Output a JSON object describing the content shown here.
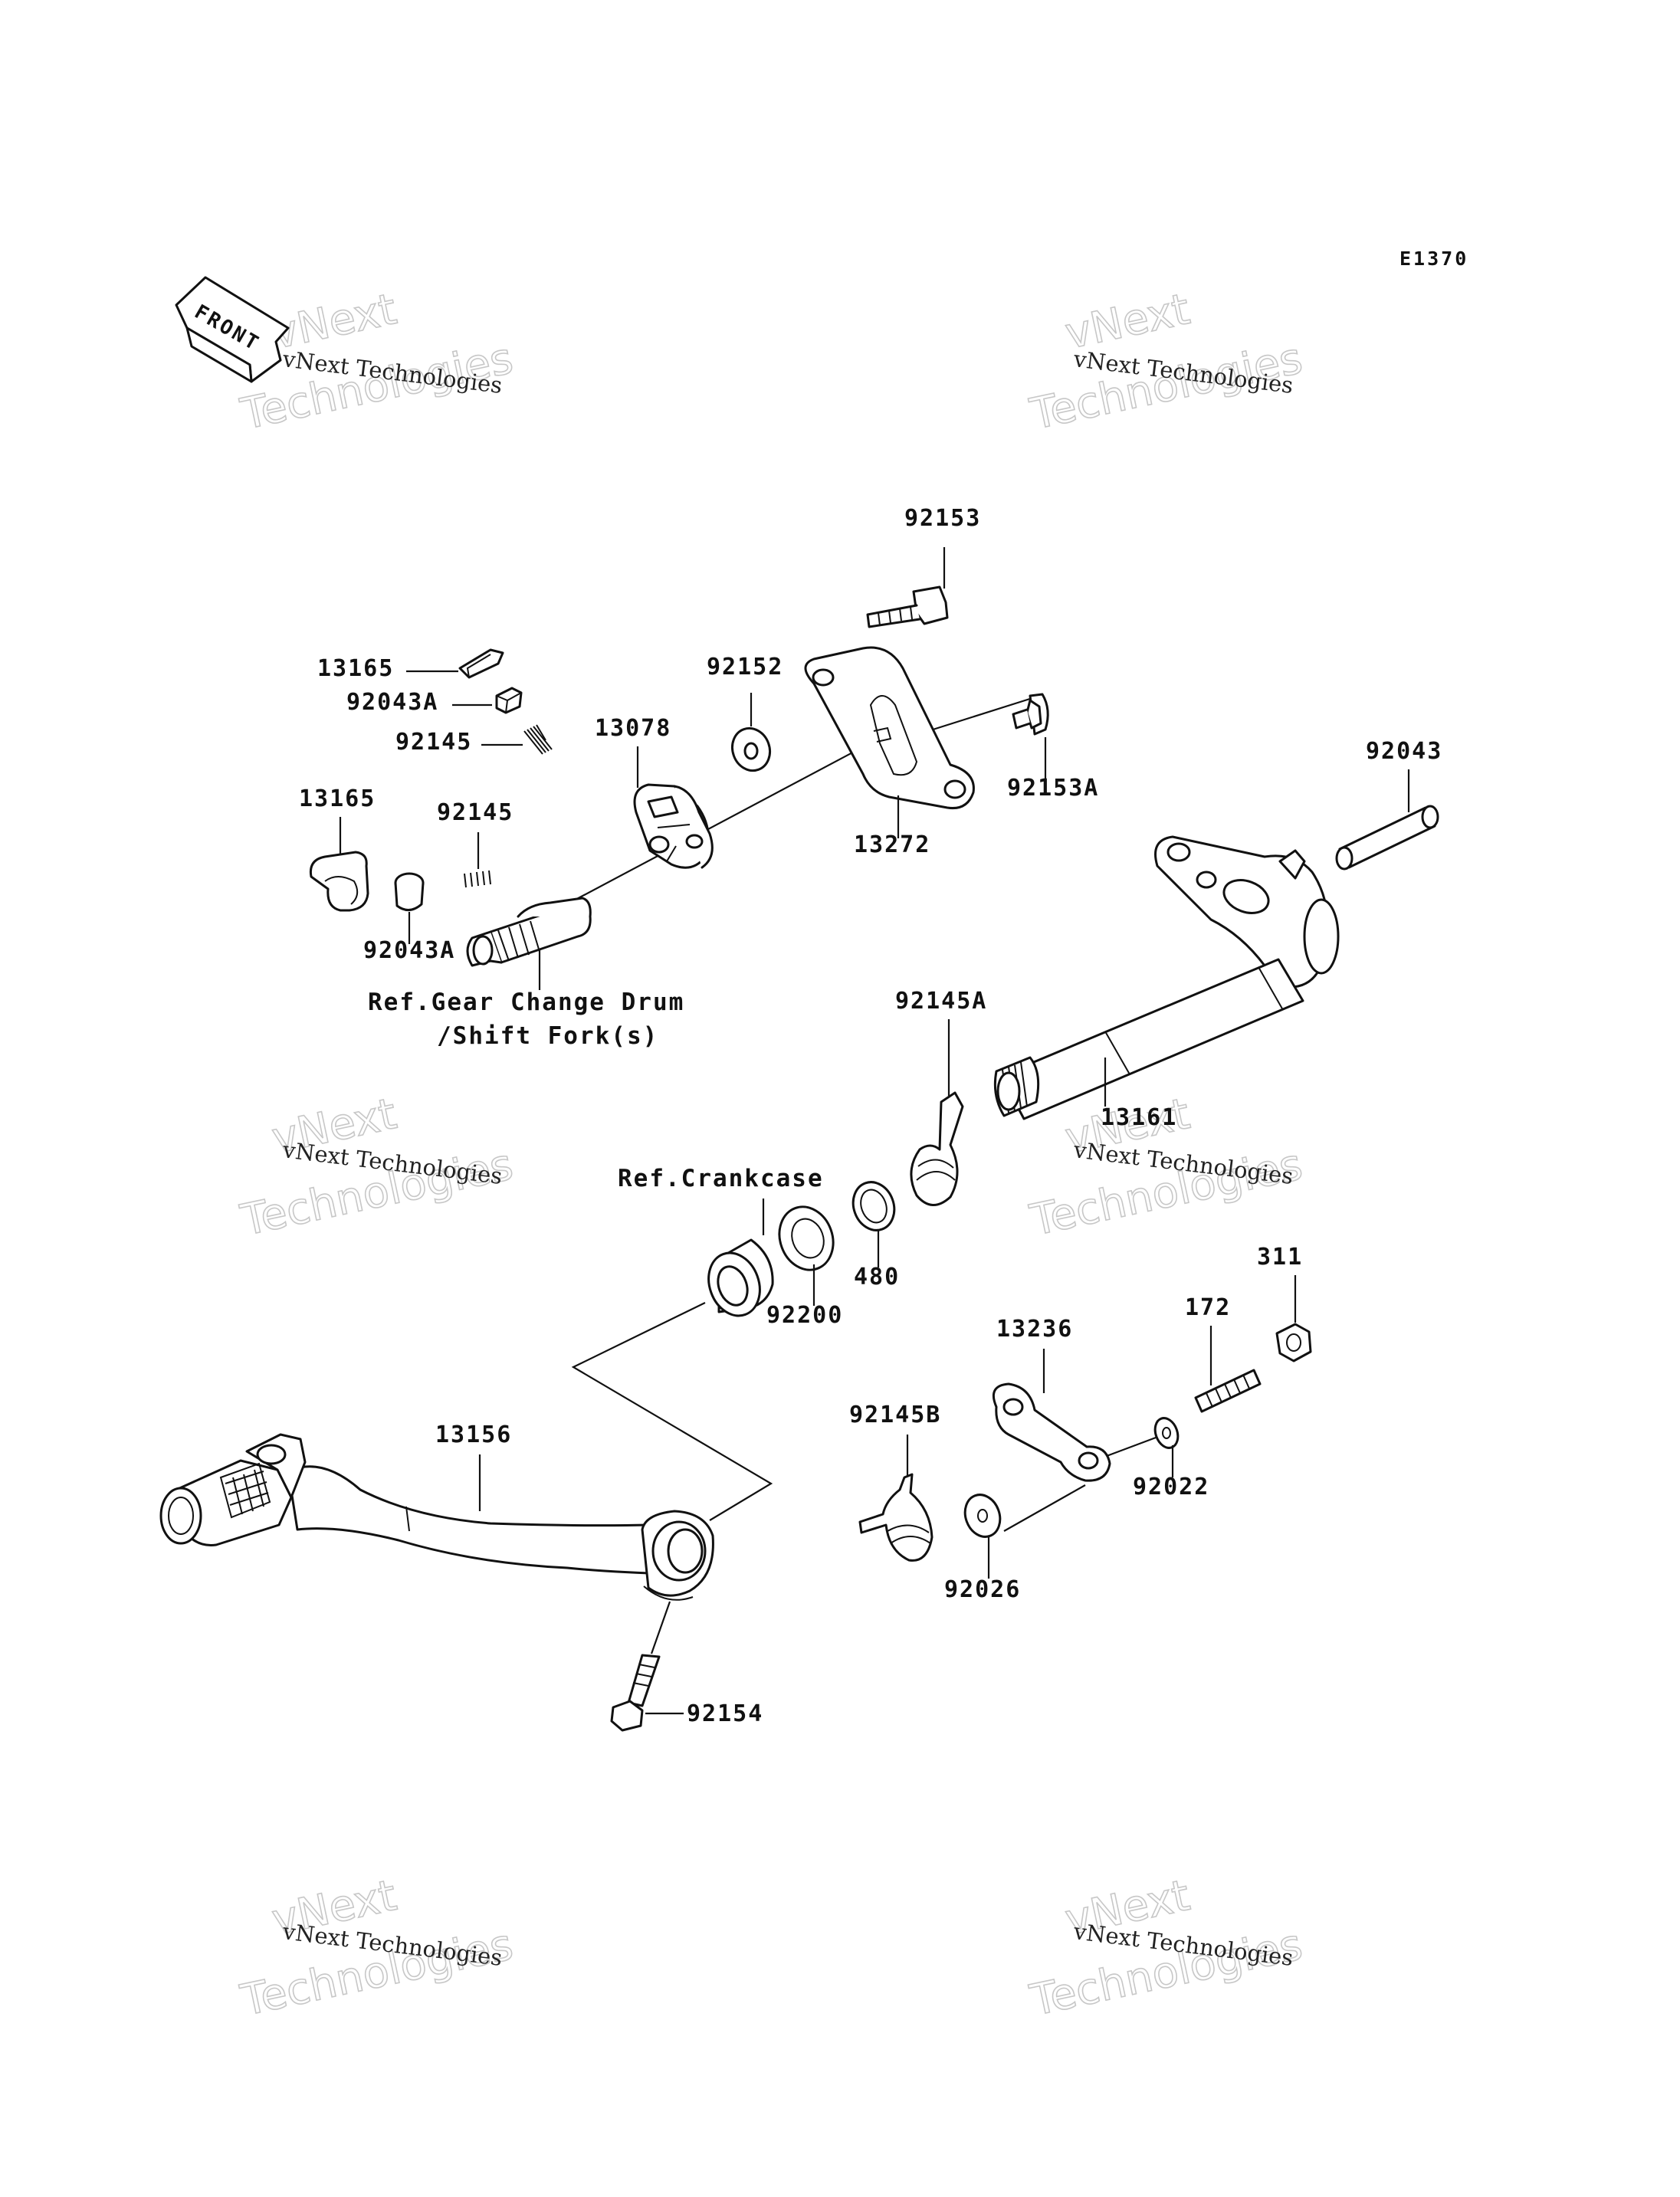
{
  "diagram_code": "E1370",
  "front_label": "FRONT",
  "watermark": {
    "small": "vNext Technologies",
    "big_line1": "vNext",
    "big_line2": "Technologies"
  },
  "references": {
    "gear_change_drum_line1": "Ref.Gear Change Drum",
    "gear_change_drum_line2": "/Shift Fork(s)",
    "crankcase": "Ref.Crankcase"
  },
  "parts": {
    "p92153": "92153",
    "p13165_top": "13165",
    "p92043A_top": "92043A",
    "p92145_top": "92145",
    "p92152": "92152",
    "p13078": "13078",
    "p92153A": "92153A",
    "p13165_left": "13165",
    "p92145_mid": "92145",
    "p13272": "13272",
    "p92043": "92043",
    "p92043A_bottom": "92043A",
    "p92145A": "92145A",
    "p13161": "13161",
    "p480": "480",
    "p92200": "92200",
    "p311": "311",
    "p172": "172",
    "p13236": "13236",
    "p13156": "13156",
    "p92145B": "92145B",
    "p92022": "92022",
    "p92026": "92026",
    "p92154": "92154"
  }
}
